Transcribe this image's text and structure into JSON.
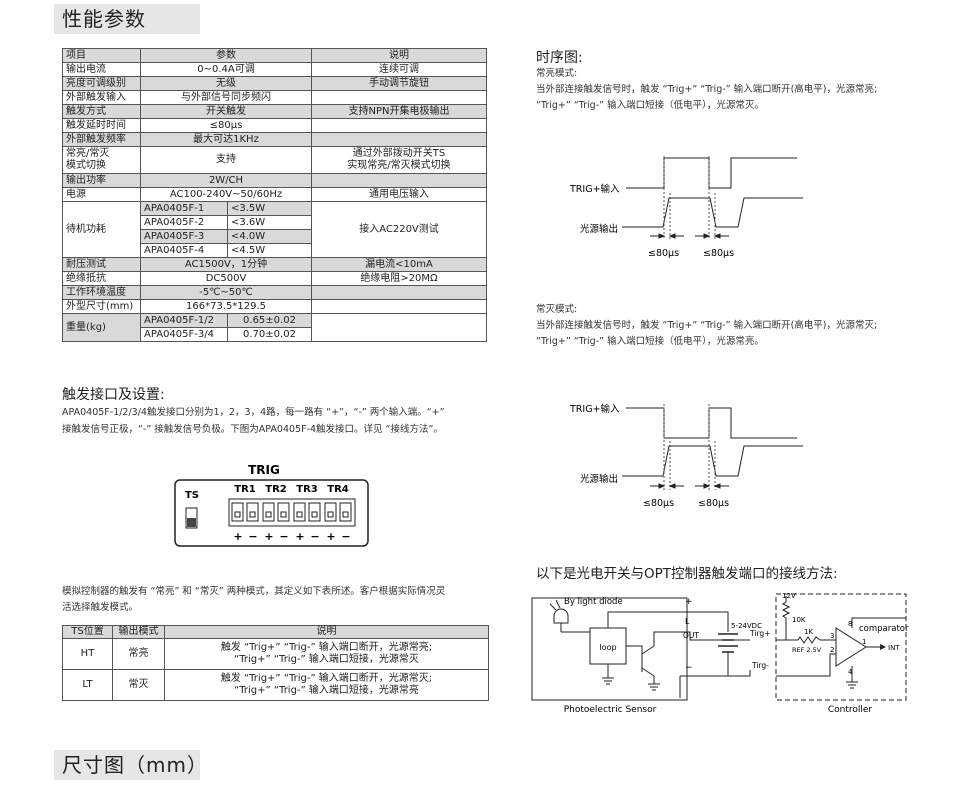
{
  "sections": {
    "performance": "性能参数",
    "dimension": "尺寸图（mm）"
  },
  "spec_table": {
    "header": [
      "项目",
      "参数",
      "说明"
    ],
    "rows": {
      "output_current": [
        "输出电流",
        "0~0.4A可调",
        "连续可调"
      ],
      "brightness": [
        "亮度可调级别",
        "无级",
        "手动调节旋钮"
      ],
      "ext_trigger": [
        "外部触发输入",
        "与外部信号同步频闪",
        ""
      ],
      "trigger_mode": [
        "触发方式",
        "开关触发",
        "支持NPN开集电极输出"
      ],
      "trigger_delay": [
        "触发延时时间",
        "≤80μs",
        ""
      ],
      "trigger_freq": [
        "外部触发频率",
        "最大可达1KHz",
        ""
      ],
      "mode_switch": [
        "常亮/常灭\n模式切换",
        "支持",
        "通过外部拨动开关TS\n实现常亮/常灭模式切换"
      ],
      "output_power": [
        "输出功率",
        "2W/CH",
        ""
      ],
      "power_supply": [
        "电源",
        "AC100-240V~50/60Hz",
        "通用电压输入"
      ],
      "withstand": [
        "耐压测试",
        "AC1500V，1分钟",
        "漏电流<10mA"
      ],
      "insulation": [
        "绝缘抵抗",
        "DC500V",
        "绝缘电阻>20MΩ"
      ],
      "temp": [
        "工作环境温度",
        "-5℃~50℃",
        ""
      ],
      "size": [
        "外型尺寸(mm)",
        "166*73.5*129.5",
        ""
      ]
    },
    "standby": {
      "label": "待机功耗",
      "models": [
        {
          "model": "APA0405F-1",
          "value": "<3.5W"
        },
        {
          "model": "APA0405F-2",
          "value": "<3.6W"
        },
        {
          "model": "APA0405F-3",
          "value": "<4.0W"
        },
        {
          "model": "APA0405F-4",
          "value": "<4.5W"
        }
      ],
      "note": "接入AC220V测试"
    },
    "weight": {
      "label": "重量(kg)",
      "models": [
        {
          "model": "APA0405F-1/2",
          "value": "0.65±0.02"
        },
        {
          "model": "APA0405F-3/4",
          "value": "0.70±0.02"
        }
      ]
    }
  },
  "trigger_section": {
    "title": "触发接口及设置:",
    "para1": "APA0405F-1/2/3/4触发接口分别为1，2，3，4路，每一路有 “+”，“-” 两个输入端。“+”",
    "para2": "接触发信号正极，“-” 接触发信号负极。下图为APA0405F-4触发接口。详见 “接线方法”。",
    "diagram": {
      "title": "TRIG",
      "ts": "TS",
      "channels": [
        "TR1",
        "TR2",
        "TR3",
        "TR4"
      ],
      "polarity": [
        "+",
        "−",
        "+",
        "−",
        "+",
        "−",
        "+",
        "−"
      ]
    },
    "mode_para1": "模拟控制器的触发有 “常亮” 和 “常灭” 两种模式，其定义如下表所述。客户根据实际情况灵",
    "mode_para2": "活选择触发模式。"
  },
  "ts_table": {
    "header": [
      "TS位置",
      "输出模式",
      "说明"
    ],
    "rows": [
      {
        "pos": "HT",
        "mode": "常亮",
        "desc1": "触发 “Trig+”  “Trig-” 输入端口断开，光源常亮;",
        "desc2": "“Trig+”  “Trig-” 输入端口短接，光源常灭"
      },
      {
        "pos": "LT",
        "mode": "常灭",
        "desc1": "触发 “Trig+”  “Trig-” 输入端口断开，光源常灭;",
        "desc2": "“Trig+”  “Trig-” 输入端口短接，光源常亮"
      }
    ]
  },
  "timing": {
    "title": "时序图:",
    "on_mode": {
      "label": "常亮模式:",
      "desc1": "当外部连接触发信号时，触发 “Trig+”  “Trig-” 输入端口断开(高电平)，光源常亮;",
      "desc2": "“Trig+”  “Trig-” 输入端口短接（低电平），光源常灭。",
      "trig_label": "TRIG+输入",
      "light_label": "光源输出",
      "delay1": "≤80μs",
      "delay2": "≤80μs"
    },
    "off_mode": {
      "label": "常灭模式:",
      "desc1": "当外部连接触发信号时，触发 “Trig+”  “Trig-” 输入端口断开(高电平)，光源常灭;",
      "desc2": "“Trig+”  “Trig-” 输入端口短接（低电平），光源常亮。",
      "trig_label": "TRIG+输入",
      "light_label": "光源输出",
      "delay1": "≤80μs",
      "delay2": "≤80μs"
    }
  },
  "wiring": {
    "title": "以下是光电开关与OPT控制器触发端口的接线方法:",
    "by_light": "By light diode",
    "loop": "loop",
    "plus": "+",
    "l": "L",
    "out": "OUT",
    "minus": "−",
    "vdc": "5-24VDC",
    "trig_plus": "Tirg+",
    "trig_minus": "Tirg-",
    "v12": "12V",
    "r10k": "10K",
    "r1k": "1K",
    "ref": "REF 2.5V",
    "pin3": "3",
    "pin2": "2",
    "pin8": "8",
    "pin4": "4",
    "pin1": "1",
    "comparator": "comparator",
    "int": "INT",
    "sensor": "Photoelectric Sensor",
    "controller": "Controller"
  }
}
